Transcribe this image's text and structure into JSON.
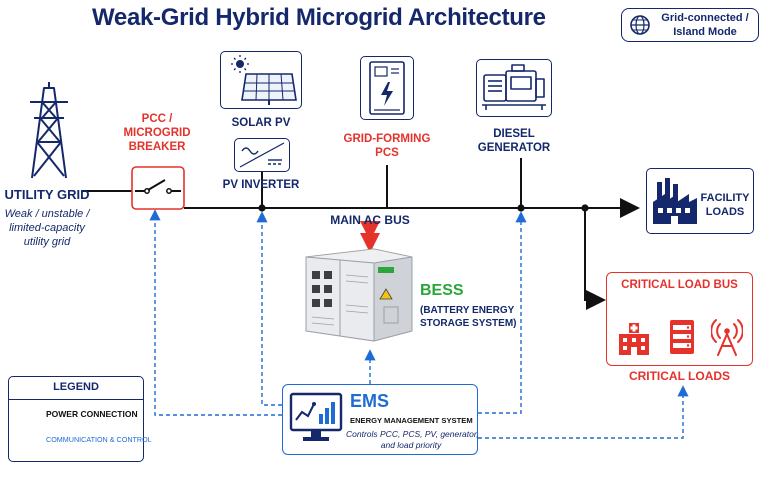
{
  "title": "Weak-Grid Hybrid Microgrid Architecture",
  "mode_badge": {
    "line1": "Grid-connected /",
    "line2": "Island Mode",
    "icon": "globe-icon"
  },
  "utility_grid": {
    "name": "UTILITY GRID",
    "desc1": "Weak / unstable /",
    "desc2": "limited-capacity",
    "desc3": "utility grid",
    "icon": "transmission-tower-icon"
  },
  "pcc": {
    "line1": "PCC /",
    "line2": "MICROGRID",
    "line3": "BREAKER",
    "icon": "breaker-switch-icon"
  },
  "solar": {
    "name": "SOLAR PV",
    "icon": "solar-panel-icon"
  },
  "inverter": {
    "name": "PV INVERTER",
    "icon": "inverter-icon"
  },
  "pcs": {
    "line1": "GRID-FORMING",
    "line2": "PCS",
    "icon": "pcs-cabinet-icon"
  },
  "diesel": {
    "line1": "DIESEL",
    "line2": "GENERATOR",
    "icon": "diesel-generator-icon"
  },
  "bus": {
    "name": "MAIN AC BUS"
  },
  "facility": {
    "line1": "FACILITY",
    "line2": "LOADS",
    "icon": "factory-icon"
  },
  "bess": {
    "name": "BESS",
    "line1": "(BATTERY ENERGY",
    "line2": "STORAGE SYSTEM)",
    "icon": "battery-cabinet-icon"
  },
  "critical_bus": {
    "name": "CRITICAL LOAD BUS",
    "icons": [
      "hospital-icon",
      "server-icon",
      "antenna-icon"
    ]
  },
  "critical_loads": {
    "name": "CRITICAL LOADS"
  },
  "ems": {
    "name": "EMS",
    "subtitle": "ENERGY MANAGEMENT SYSTEM",
    "desc1": "Controls PCC, PCS, PV, generator,",
    "desc2": "and load priority",
    "icon": "monitor-chart-icon"
  },
  "legend": {
    "title": "LEGEND",
    "power": "POWER CONNECTION",
    "comm": "COMMUNICATION & CONTROL"
  },
  "colors": {
    "navy": "#14286b",
    "red": "#e5322b",
    "blue": "#1f6bd6",
    "green": "#2aa63a"
  }
}
